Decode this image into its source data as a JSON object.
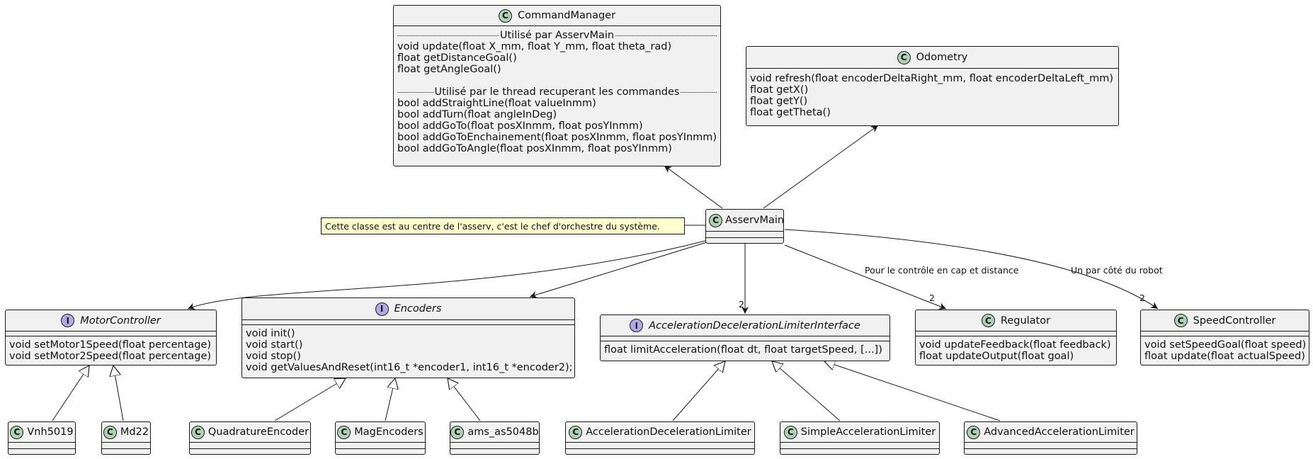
{
  "command_manager": {
    "name": "CommandManager",
    "sec1_title": "Utilisé par AsservMain",
    "methods1": [
      "void update(float X_mm, float Y_mm, float theta_rad)",
      "float getDistanceGoal()",
      "float getAngleGoal()"
    ],
    "sec2_title": "Utilisé par le thread recuperant les commandes",
    "methods2": [
      "bool addStraightLine(float valueInmm)",
      "bool addTurn(float angleInDeg)",
      "bool addGoTo(float posXInmm, float posYInmm)",
      "bool addGoToEnchainement(float posXInmm, float posYInmm)",
      "bool addGoToAngle(float posXInmm, float posYInmm)"
    ]
  },
  "odometry": {
    "name": "Odometry",
    "methods": [
      "void refresh(float encoderDeltaRight_mm, float encoderDeltaLeft_mm)",
      "float getX()",
      "float getY()",
      "float getTheta()"
    ]
  },
  "asserv_main": {
    "name": "AsservMain"
  },
  "note": {
    "text": "Cette classe est au centre de l'asserv, c'est le chef d'orchestre du système."
  },
  "motor_controller": {
    "name": "MotorController",
    "methods": [
      "void setMotor1Speed(float percentage)",
      "void setMotor2Speed(float percentage)"
    ]
  },
  "encoders": {
    "name": "Encoders",
    "methods": [
      "void init()",
      "void start()",
      "void stop()",
      "void getValuesAndReset(int16_t *encoder1, int16_t *encoder2);"
    ]
  },
  "accel_iface": {
    "name": "AccelerationDecelerationLimiterInterface",
    "methods": [
      "float limitAcceleration(float dt, float targetSpeed, [...])"
    ]
  },
  "regulator": {
    "name": "Regulator",
    "methods": [
      "void updateFeedback(float feedback)",
      "float updateOutput(float goal)"
    ]
  },
  "speed_controller": {
    "name": "SpeedController",
    "methods": [
      "void setSpeedGoal(float speed)",
      "float update(float actualSpeed)"
    ]
  },
  "leaves": {
    "vnh5019": "Vnh5019",
    "md22": "Md22",
    "quadrature": "QuadratureEncoder",
    "mag": "MagEncoders",
    "ams": "ams_as5048b",
    "accel_limiter": "AccelerationDecelerationLimiter",
    "simple_limiter": "SimpleAccelerationLimiter",
    "advanced_limiter": "AdvancedAccelerationLimiter"
  },
  "edges": {
    "regulator_label": "Pour le contrôle en cap et distance",
    "speed_label": "Un par côté du robot",
    "mult_accel": "2",
    "mult_regulator": "2",
    "mult_speed": "2"
  },
  "colors": {
    "class_badge": "#add1b2",
    "interface_badge": "#b4a7e5",
    "note_bg": "#fefece",
    "box_bg": "#f1f1f1"
  }
}
